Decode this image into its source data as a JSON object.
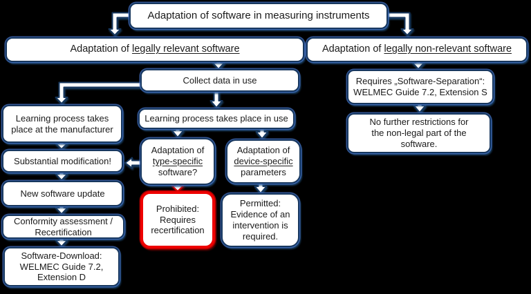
{
  "colors": {
    "background": "#000000",
    "box_fill": "#ffffff",
    "box_border": "#17375e",
    "box_halo": "#4472c4",
    "alert_border": "#ee0000",
    "connector_outline": "#17375e",
    "connector_fill": "#ffffff",
    "text": "#1a1a1a"
  },
  "nodes": {
    "title": {
      "text": "Adaptation of software in measuring instruments"
    },
    "left_branch": {
      "prefix": "Adaptation of ",
      "underlined": "legally relevant software"
    },
    "right_branch": {
      "prefix": "Adaptation of ",
      "underlined": "legally non-relevant software"
    },
    "collect": {
      "text": "Collect data in use"
    },
    "learn_manufacturer": {
      "line1": "Learning process takes",
      "line2": "place at the manufacturer"
    },
    "substantial": {
      "text": "Substantial modification!"
    },
    "new_update": {
      "text": "New software update"
    },
    "conformity": {
      "line1": "Conformity assessment /",
      "line2": "Recertification"
    },
    "download": {
      "line1": "Software-Download:",
      "line2": "WELMEC Guide 7.2,",
      "line3": "Extension D"
    },
    "learn_use": {
      "text": "Learning process takes place in use"
    },
    "type_specific": {
      "line1": "Adaptation of",
      "underlined": "type-specific",
      "line3": "software?"
    },
    "device_specific": {
      "line1": "Adaptation of",
      "underlined": "device-specific",
      "line3": "parameters"
    },
    "prohibited": {
      "line1": "Prohibited:",
      "line2": "Requires",
      "line3": "recertification"
    },
    "permitted": {
      "line1": "Permitted:",
      "line2": "Evidence of an",
      "line3": "intervention is",
      "line4": "required."
    },
    "separation": {
      "line1": "Requires „Software-Separation“:",
      "line2": "WELMEC Guide 7.2, Extension S"
    },
    "no_restrictions": {
      "line1": "No further restrictions for",
      "line2": "the non-legal part of the",
      "line3": "software."
    }
  }
}
